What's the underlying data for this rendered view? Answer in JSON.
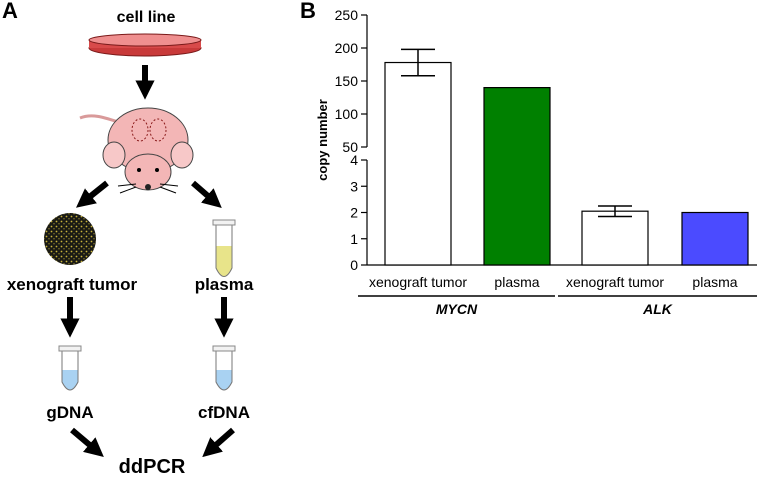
{
  "panel_a": {
    "letter": "A",
    "cell_line_label": "cell line",
    "tumor_label": "xenograft tumor",
    "plasma_label": "plasma",
    "gdna_label": "gDNA",
    "cfdna_label": "cfDNA",
    "ddpcr_label": "ddPCR"
  },
  "panel_b": {
    "letter": "B"
  },
  "chart_data": {
    "type": "bar",
    "ylabel": "copy number",
    "categories": [
      "xenograft tumor",
      "plasma",
      "xenograft tumor",
      "plasma"
    ],
    "groups": [
      {
        "name": "MYCN",
        "members": [
          0,
          1
        ]
      },
      {
        "name": "ALK",
        "members": [
          2,
          3
        ]
      }
    ],
    "values": [
      178,
      140,
      2.05,
      2.0
    ],
    "error": [
      20,
      null,
      0.2,
      null
    ],
    "bar_colors": [
      "#ffffff",
      "#008000",
      "#ffffff",
      "#4b4bff"
    ],
    "y_axis_upper": {
      "range": [
        50,
        250
      ],
      "ticks": [
        50,
        100,
        150,
        200,
        250
      ]
    },
    "y_axis_lower": {
      "range": [
        0,
        4
      ],
      "ticks": [
        0,
        1,
        2,
        3,
        4
      ]
    },
    "grid": false,
    "legend": "none"
  }
}
